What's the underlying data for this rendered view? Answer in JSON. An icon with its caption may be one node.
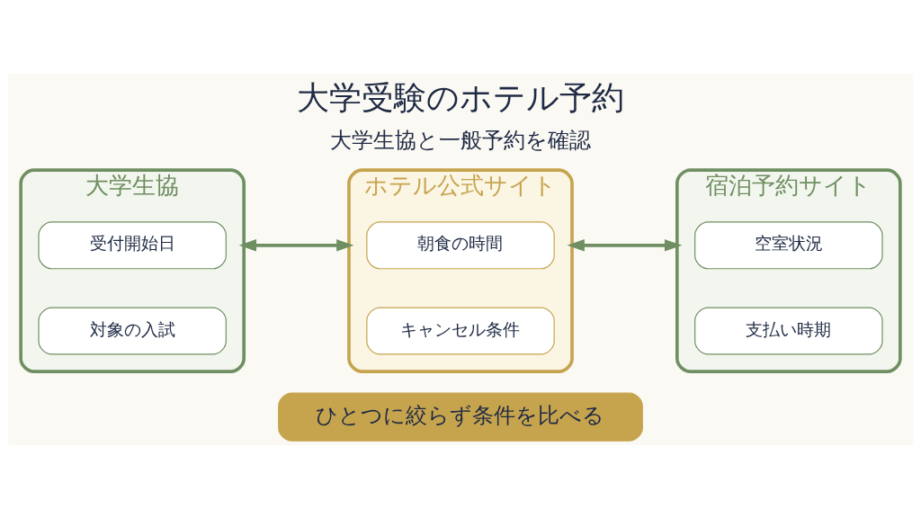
{
  "diagram": {
    "title": "大学受験のホテル予約",
    "nodes": [
      {
        "text": [
          "大学生協"
        ]
      },
      {
        "text": [
          "受付開始日"
        ],
        "in": 0
      },
      {
        "text": [
          "対象の入試"
        ],
        "in": 0
      },
      {
        "text": [
          "ホテル公式サイト"
        ]
      },
      {
        "text": [
          "朝食の時間"
        ],
        "in": 3
      },
      {
        "text": [
          "キャンセル条件"
        ],
        "in": 3
      },
      {
        "text": [
          "宿泊予約サイト"
        ]
      },
      {
        "text": [
          "空室状況"
        ],
        "in": 6
      },
      {
        "text": [
          "支払い時期"
        ],
        "in": 6
      },
      {
        "text": [
          "ひとつに絞らず条件を比べる"
        ]
      }
    ],
    "edges": [
      {
        "from": 0,
        "to": 3,
        "arrow": "both"
      },
      {
        "from": 3,
        "to": 6,
        "arrow": "both"
      }
    ],
    "labels": [
      "大学生協と一般予約を確認"
    ]
  }
}
